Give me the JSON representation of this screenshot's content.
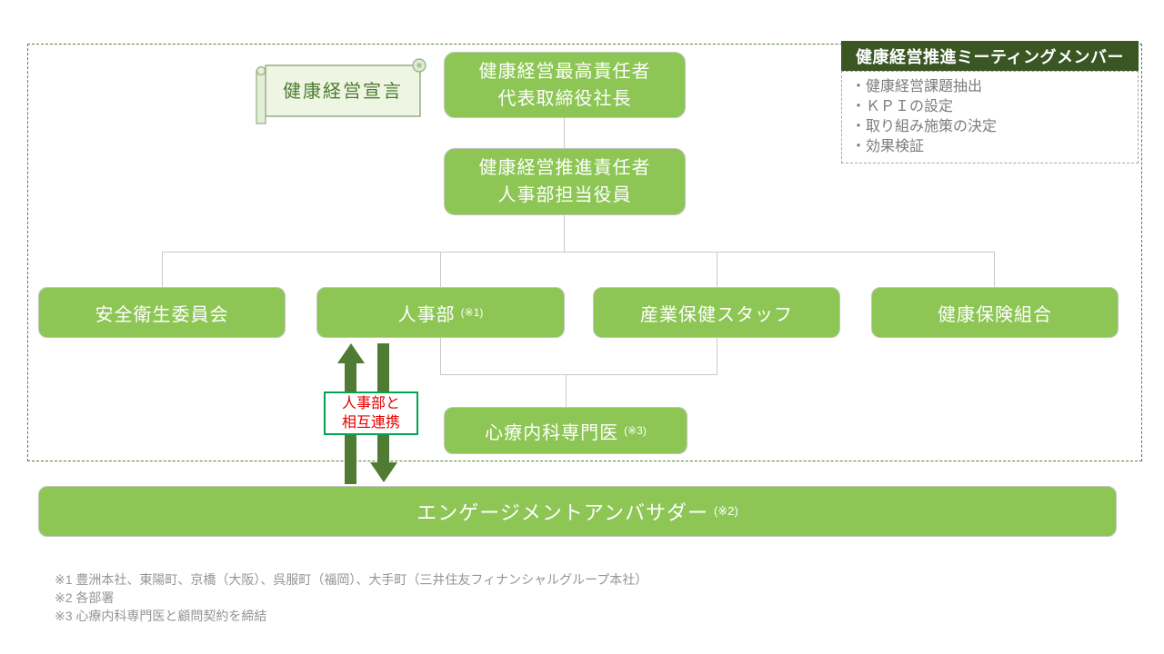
{
  "palette": {
    "box_green": "#8dc655",
    "header_dark_green": "#3a5623",
    "arrow_green": "#4f7b33",
    "outer_dash_green": "#538135",
    "connector_gray": "#c9c9c9",
    "banner_bg": "#eef5e3",
    "banner_text_green": "#4e7b2f",
    "link_label_border": "#00a550",
    "link_label_red": "#e60000",
    "footnote_gray": "#949494",
    "meeting_list_gray": "#7c7c7c"
  },
  "banner": {
    "label": "健康経営宣言"
  },
  "org": {
    "top": {
      "line1": "健康経営最高責任者",
      "line2": "代表取締役社長"
    },
    "second": {
      "line1": "健康経営推進責任者",
      "line2": "人事部担当役員"
    },
    "row": [
      {
        "label": "安全衛生委員会"
      },
      {
        "label": "人事部",
        "note": "(※1)"
      },
      {
        "label": "産業保健スタッフ"
      },
      {
        "label": "健康保険組合"
      }
    ],
    "specialist": {
      "label": "心療内科専門医",
      "note": "(※3)"
    },
    "ambassador": {
      "label": "エンゲージメントアンバサダー",
      "note": "(※2)"
    }
  },
  "meeting": {
    "title": "健康経営推進ミーティングメンバー",
    "items": [
      "・健康経営課題抽出",
      "・ＫＰＩの設定",
      "・取り組み施策の決定",
      "・効果検証"
    ]
  },
  "link_label": {
    "line1": "人事部と",
    "line2": "相互連携"
  },
  "footnotes": [
    "※1 豊洲本社、東陽町、京橋（大阪）、呉服町（福岡）、大手町（三井住友フィナンシャルグループ本社）",
    "※2 各部署",
    "※3 心療内科専門医と顧問契約を締結"
  ]
}
